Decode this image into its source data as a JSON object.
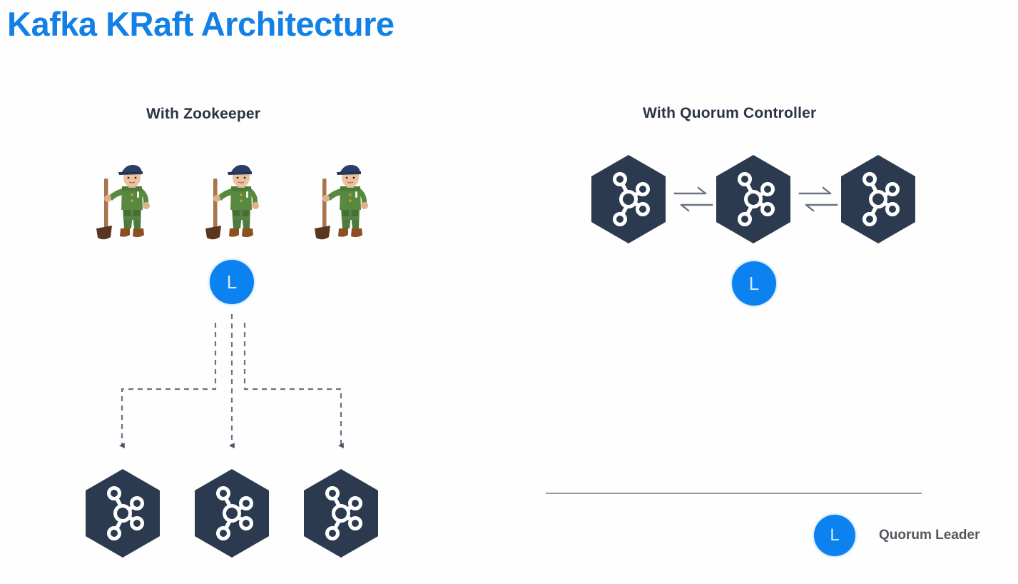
{
  "slide": {
    "title": "Kafka KRaft Architecture",
    "background_color": "#fefefe",
    "title_color": "#1280e4"
  },
  "panels": {
    "left": {
      "heading": "With Zookeeper",
      "zookeepers": [
        {
          "name": "zookeeper-node-1"
        },
        {
          "name": "zookeeper-node-2"
        },
        {
          "name": "zookeeper-node-3"
        }
      ],
      "leader_badge": {
        "label": "L",
        "color": "#0b82ef"
      },
      "brokers": [
        {
          "name": "kafka-broker-1"
        },
        {
          "name": "kafka-broker-2"
        },
        {
          "name": "kafka-broker-3"
        }
      ],
      "connector_style": "dashed-arrow"
    },
    "right": {
      "heading": "With Quorum Controller",
      "controllers": [
        {
          "name": "quorum-controller-1"
        },
        {
          "name": "quorum-controller-2"
        },
        {
          "name": "quorum-controller-3"
        }
      ],
      "exchange_arrows": [
        {
          "name": "exchange-arrow-left",
          "glyph": "⇄"
        },
        {
          "name": "exchange-arrow-right",
          "glyph": "⇄"
        }
      ],
      "leader_badge": {
        "label": "L",
        "color": "#0b82ef"
      }
    }
  },
  "legend": {
    "badge_label": "L",
    "label": "Quorum Leader",
    "badge_color": "#0b82ef",
    "text_color": "#53565c",
    "divider_color": "#9a9a9e"
  },
  "colors": {
    "hexagon_fill": "#2b3a4f",
    "hexagon_glyph": "#ffffff",
    "connector": "#6b7280",
    "arrowhead": "#4a5568",
    "heading": "#2b3443"
  },
  "icons": {
    "kafka_logo": "kafka-logo-icon",
    "zookeeper": "zookeeper-person-icon",
    "exchange": "exchange-arrows-icon"
  }
}
